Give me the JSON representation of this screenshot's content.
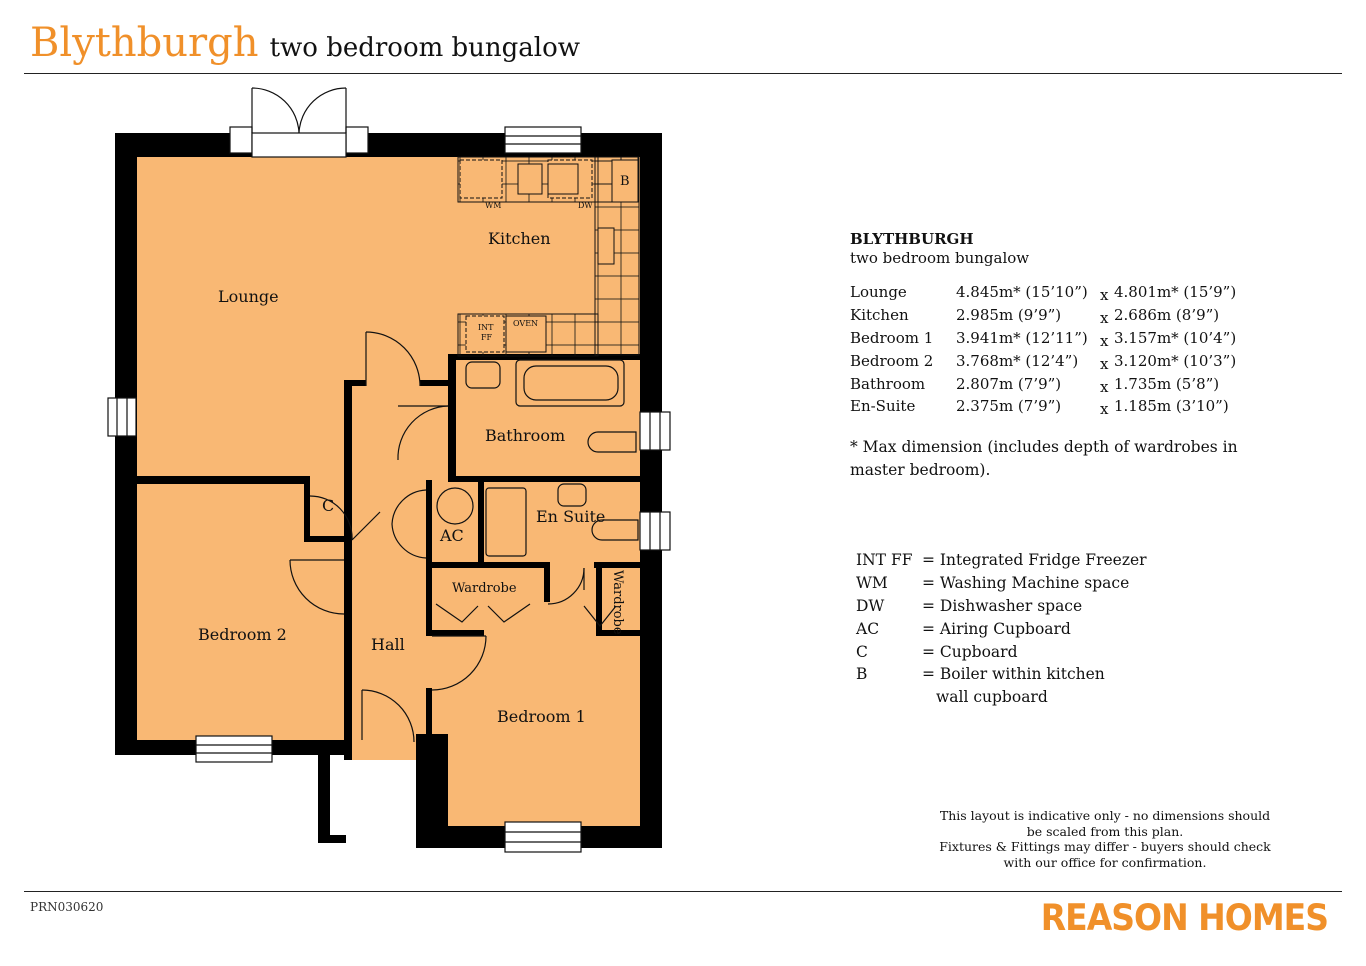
{
  "header": {
    "name": "Blythburgh",
    "type": "two bedroom bungalow"
  },
  "rooms": {
    "lounge": "Lounge",
    "kitchen": "Kitchen",
    "bathroom": "Bathroom",
    "en_suite": "En Suite",
    "bedroom1": "Bedroom 1",
    "bedroom2": "Bedroom 2",
    "hall": "Hall",
    "wardrobe_a": "Wardrobe",
    "wardrobe_b": "Wardrobe",
    "ac": "AC",
    "c": "C",
    "b": "B",
    "wm": "WM",
    "dw": "DW",
    "int": "INT",
    "ff": "FF",
    "oven": "OVEN"
  },
  "info": {
    "name": "BLYTHBURGH",
    "type": "two bedroom bungalow",
    "dimensions": [
      {
        "room": "Lounge",
        "length": "4.845m* (15’10”)",
        "x": "x",
        "width": "4.801m* (15’9”)"
      },
      {
        "room": "Kitchen",
        "length": "2.985m (9’9”)",
        "x": "x",
        "width": "2.686m (8’9”)"
      },
      {
        "room": "Bedroom 1",
        "length": "3.941m* (12’11”)",
        "x": "x",
        "width": "3.157m* (10’4”)"
      },
      {
        "room": "Bedroom 2",
        "length": "3.768m* (12’4”)",
        "x": "x",
        "width": "3.120m* (10’3”)"
      },
      {
        "room": "Bathroom",
        "length": "2.807m (7’9”)",
        "x": "x",
        "width": "1.735m (5’8”)"
      },
      {
        "room": "En-Suite",
        "length": "2.375m (7’9”)",
        "x": "x",
        "width": "1.185m (3’10”)"
      }
    ],
    "note": "* Max dimension (includes depth of wardrobes in master bedroom)."
  },
  "key": [
    {
      "abbr": "INT FF",
      "desc": "= Integrated Fridge Freezer"
    },
    {
      "abbr": "WM",
      "desc": "= Washing Machine space"
    },
    {
      "abbr": "DW",
      "desc": "= Dishwasher space"
    },
    {
      "abbr": "AC",
      "desc": "= Airing Cupboard"
    },
    {
      "abbr": "C",
      "desc": "= Cupboard"
    },
    {
      "abbr": "B",
      "desc": "= Boiler within kitchen"
    }
  ],
  "key_continuation": "wall cupboard",
  "disclaimer": {
    "line1": "This layout is indicative only - no dimensions should",
    "line2": "be scaled from this plan.",
    "line3": "Fixtures & Fittings may differ - buyers should check",
    "line4": "with our office for confirmation."
  },
  "footer": {
    "ref": "PRN030620",
    "brand": "REASON HOMES"
  },
  "colors": {
    "floor": "#f9b874",
    "wall": "#000000",
    "accent": "#f0902a"
  }
}
